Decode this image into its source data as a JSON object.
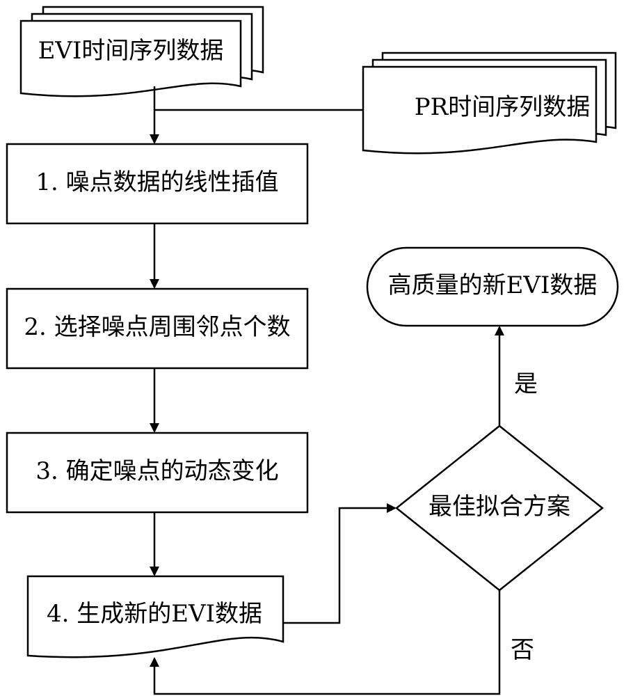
{
  "nodes": {
    "evi_series": "EVI时间序列数据",
    "pr_series": "PR时间序列数据",
    "step1": "1. 噪点数据的线性插值",
    "step2": "2. 选择噪点周围邻点个数",
    "step3": "3. 确定噪点的动态变化",
    "step4": "4. 生成新的EVI数据",
    "decision": "最佳拟合方案",
    "result": "高质量的新EVI数据"
  },
  "edges": {
    "yes": "是",
    "no": "否"
  }
}
